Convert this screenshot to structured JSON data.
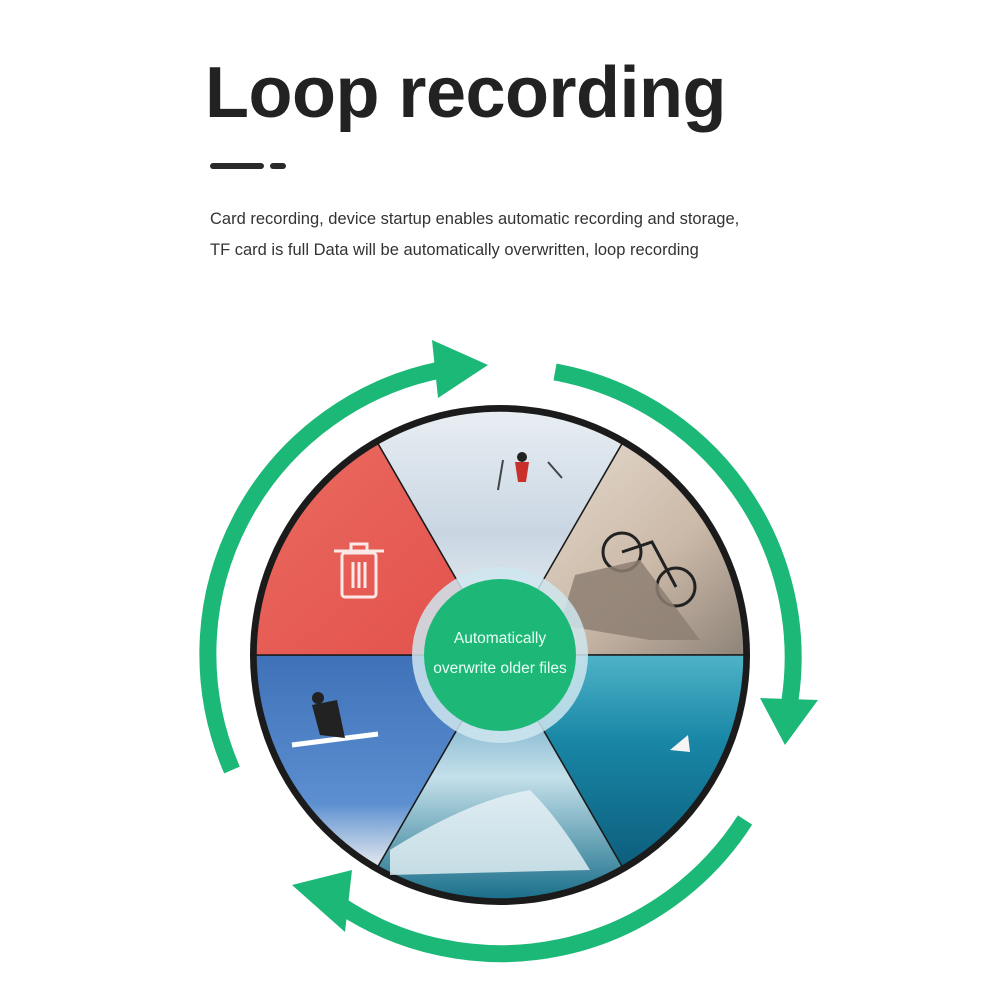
{
  "header": {
    "title": "Loop recording",
    "description_lines": [
      "Card recording, device startup enables automatic recording and storage,",
      "TF card is full Data will be automatically overwritten, loop recording"
    ]
  },
  "wheel": {
    "center_lines": [
      "Automatically",
      "overwrite older files"
    ],
    "segments": [
      {
        "name": "skiing",
        "icon": "skier-photo"
      },
      {
        "name": "cycling",
        "icon": "cyclist-photo"
      },
      {
        "name": "sailing",
        "icon": "ocean-photo"
      },
      {
        "name": "surfing",
        "icon": "surfer-photo"
      },
      {
        "name": "snowboarding",
        "icon": "snowboarder-photo"
      },
      {
        "name": "deleted",
        "icon": "trash-icon"
      }
    ]
  },
  "colors": {
    "accent_green": "#1cb877",
    "title": "#222222",
    "deleted_red": "#e8544f"
  }
}
